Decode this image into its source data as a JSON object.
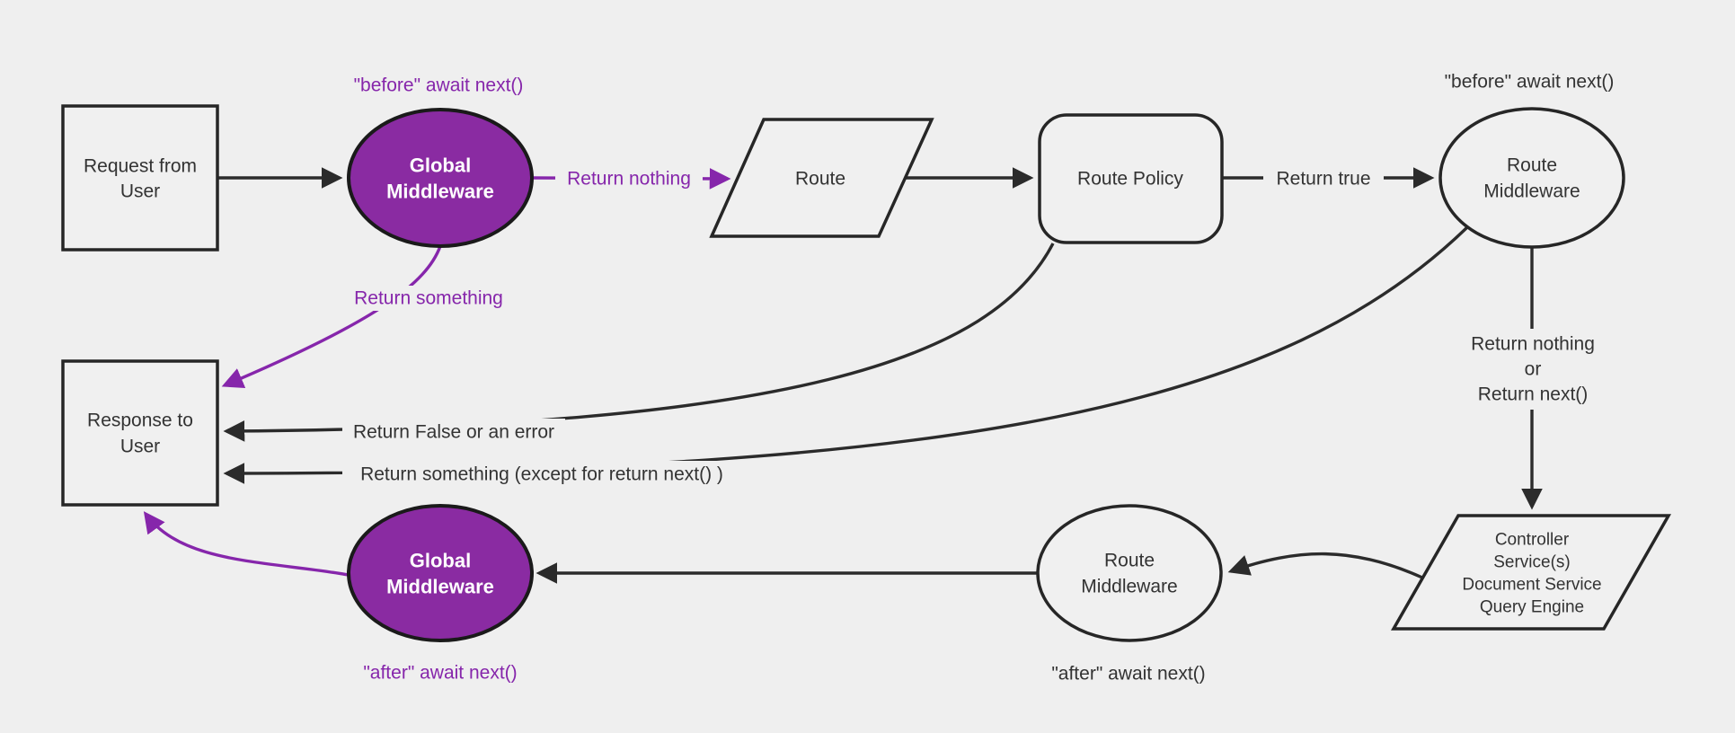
{
  "diagram": {
    "background": "#efefef",
    "node_fill": "#f0f0f0",
    "line_color": "#2b2b2b",
    "purple_fill": "#8a2ba2",
    "purple_edge": "#8626ab",
    "nodes": {
      "request": {
        "line1": "Request from",
        "line2": "User"
      },
      "global_middleware_before": {
        "line1": "Global",
        "line2": "Middleware"
      },
      "route": {
        "label": "Route"
      },
      "route_policy": {
        "label": "Route Policy"
      },
      "route_middleware_before": {
        "line1": "Route",
        "line2": "Middleware"
      },
      "controller": {
        "line1": "Controller",
        "line2": "Service(s)",
        "line3": "Document Service",
        "line4": "Query Engine"
      },
      "route_middleware_after": {
        "line1": "Route",
        "line2": "Middleware"
      },
      "global_middleware_after": {
        "line1": "Global",
        "line2": "Middleware"
      },
      "response": {
        "line1": "Response to",
        "line2": "User"
      }
    },
    "edge_labels": {
      "before_await_global": "\"before\" await next()",
      "return_nothing_purple": "Return nothing",
      "return_something_purple": "Return something",
      "return_true": "Return true",
      "before_await_route": "\"before\" await next()",
      "return_nothing_line1": "Return nothing",
      "return_nothing_line2": "or",
      "return_nothing_line3": "Return next()",
      "return_false_error": "Return False or an error",
      "return_something_except": "Return something (except for return next() )",
      "after_await_route": "\"after\" await next()",
      "after_await_global": "\"after\" await next()"
    }
  }
}
